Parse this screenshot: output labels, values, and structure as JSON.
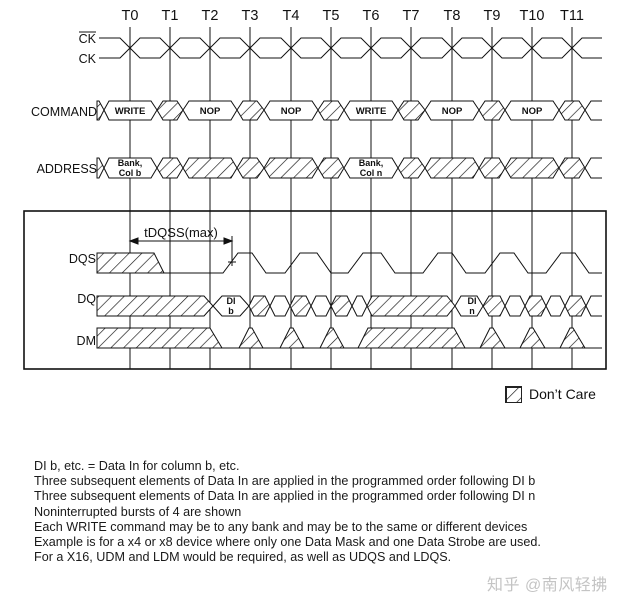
{
  "diagram": {
    "title": "DDR SDRAM consecutive WRITE timing diagram",
    "clock_labels": [
      "T0",
      "T1",
      "T2",
      "T3",
      "T4",
      "T5",
      "T6",
      "T7",
      "T8",
      "T9",
      "T10",
      "T11"
    ],
    "signals": {
      "ck_bar": "CK",
      "ck": "CK",
      "command": "COMMAND",
      "address": "ADDRESS",
      "dqs": "DQS",
      "dq": "DQ",
      "dm": "DM"
    },
    "command_sequence": [
      "WRITE",
      "NOP",
      "NOP",
      "WRITE",
      "NOP",
      "NOP"
    ],
    "address_values": [
      {
        "line1": "Bank,",
        "line2": "Col b"
      },
      {
        "line1": "Bank,",
        "line2": "Col n"
      }
    ],
    "data_in_labels": [
      {
        "line1": "DI",
        "line2": "b"
      },
      {
        "line1": "DI",
        "line2": "n"
      }
    ],
    "timing_annotation": "tDQSS(max)",
    "legend": {
      "label": "Don’t Care",
      "icon": "hatched-box-icon"
    },
    "colors": {
      "line": "#111111",
      "background": "#ffffff",
      "watermark": "#c4c4c4"
    }
  },
  "notes": [
    "DI b, etc. = Data In for column b, etc.",
    "Three subsequent elements of Data In are applied in the programmed order following DI b",
    "Three subsequent elements of Data In are applied in the programmed order following DI n",
    "Noninterrupted bursts of 4 are shown",
    "Each WRITE command may be to any bank and may be to the same or different devices",
    "Example is for a x4 or x8 device where only one Data Mask and one Data Strobe are used.",
    "For a X16, UDM and LDM would be required, as well as UDQS and LDQS."
  ],
  "watermark": "知乎 @南风轻拂"
}
